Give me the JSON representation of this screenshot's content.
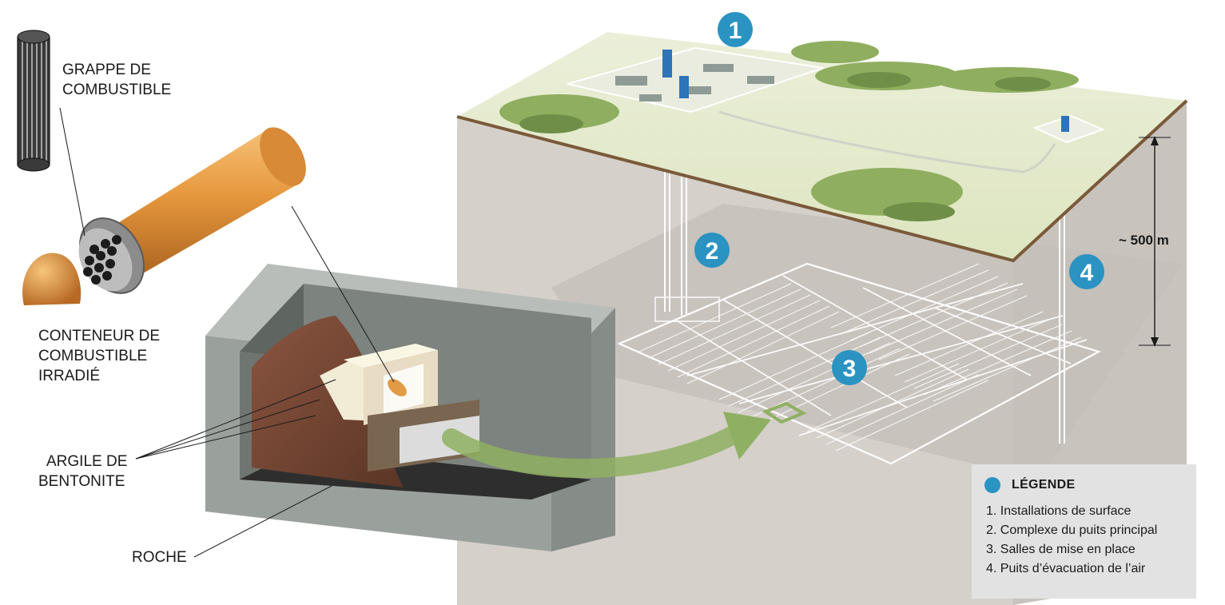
{
  "labels": {
    "grappe": [
      "GRAPPE DE",
      "COMBUSTIBLE"
    ],
    "conteneur": [
      "CONTENEUR DE",
      "COMBUSTIBLE",
      "IRRADIÉ"
    ],
    "argile": [
      "ARGILE DE",
      "BENTONITE"
    ],
    "roche": "ROCHE"
  },
  "markers": [
    "1",
    "2",
    "3",
    "4"
  ],
  "depth_label": "~ 500 m",
  "legend": {
    "title": "LÉGENDE",
    "items": [
      "1. Installations de surface",
      "2. Complexe du puits principal",
      "3. Salles de mise en place",
      "4. Puits d’évacuation de l’air"
    ]
  },
  "colors": {
    "marker": "#2b93c1",
    "ground_surface": "#dfe6c3",
    "soil_edge": "#7a5a3a",
    "rock_block": "#d6d1cb",
    "container_copper": "#e29a45",
    "concrete": "#9aa19c",
    "bentonite_clay": "#6e4432",
    "arrow": "#8fb062"
  }
}
